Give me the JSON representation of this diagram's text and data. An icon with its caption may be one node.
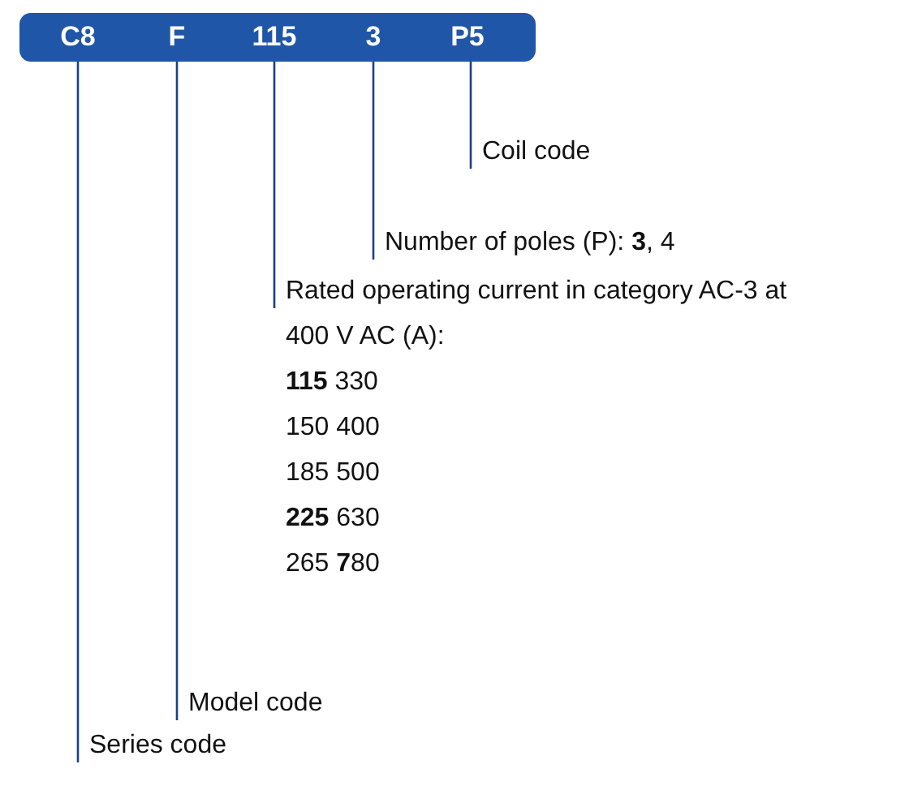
{
  "diagram": {
    "nodes": [
      {
        "text": [],
        "shape": "bar"
      },
      {
        "text": [
          "C8"
        ],
        "in": 0
      },
      {
        "text": [
          "F"
        ],
        "in": 0
      },
      {
        "text": [
          "115"
        ],
        "in": 0
      },
      {
        "text": [
          "3"
        ],
        "in": 0
      },
      {
        "text": [
          "P5"
        ],
        "in": 0
      },
      {
        "text": [
          "Coil code"
        ]
      },
      {
        "text": [
          "Number of poles (P): **3**, 4"
        ]
      },
      {
        "text": [
          "Rated operating current in category AC-3 at 400 V AC (A):",
          "**115** 330",
          "150 400",
          "185 500",
          "**225** 630",
          "265 **7**80"
        ]
      },
      {
        "text": [
          "Model code"
        ]
      },
      {
        "text": [
          "Series code"
        ]
      }
    ],
    "edges": [
      {
        "from": 6,
        "to": 5,
        "arrow": "none"
      },
      {
        "from": 7,
        "to": 4,
        "arrow": "none"
      },
      {
        "from": 8,
        "to": 3,
        "arrow": "none"
      },
      {
        "from": 9,
        "to": 2,
        "arrow": "none"
      },
      {
        "from": 10,
        "to": 1,
        "arrow": "none"
      }
    ]
  }
}
